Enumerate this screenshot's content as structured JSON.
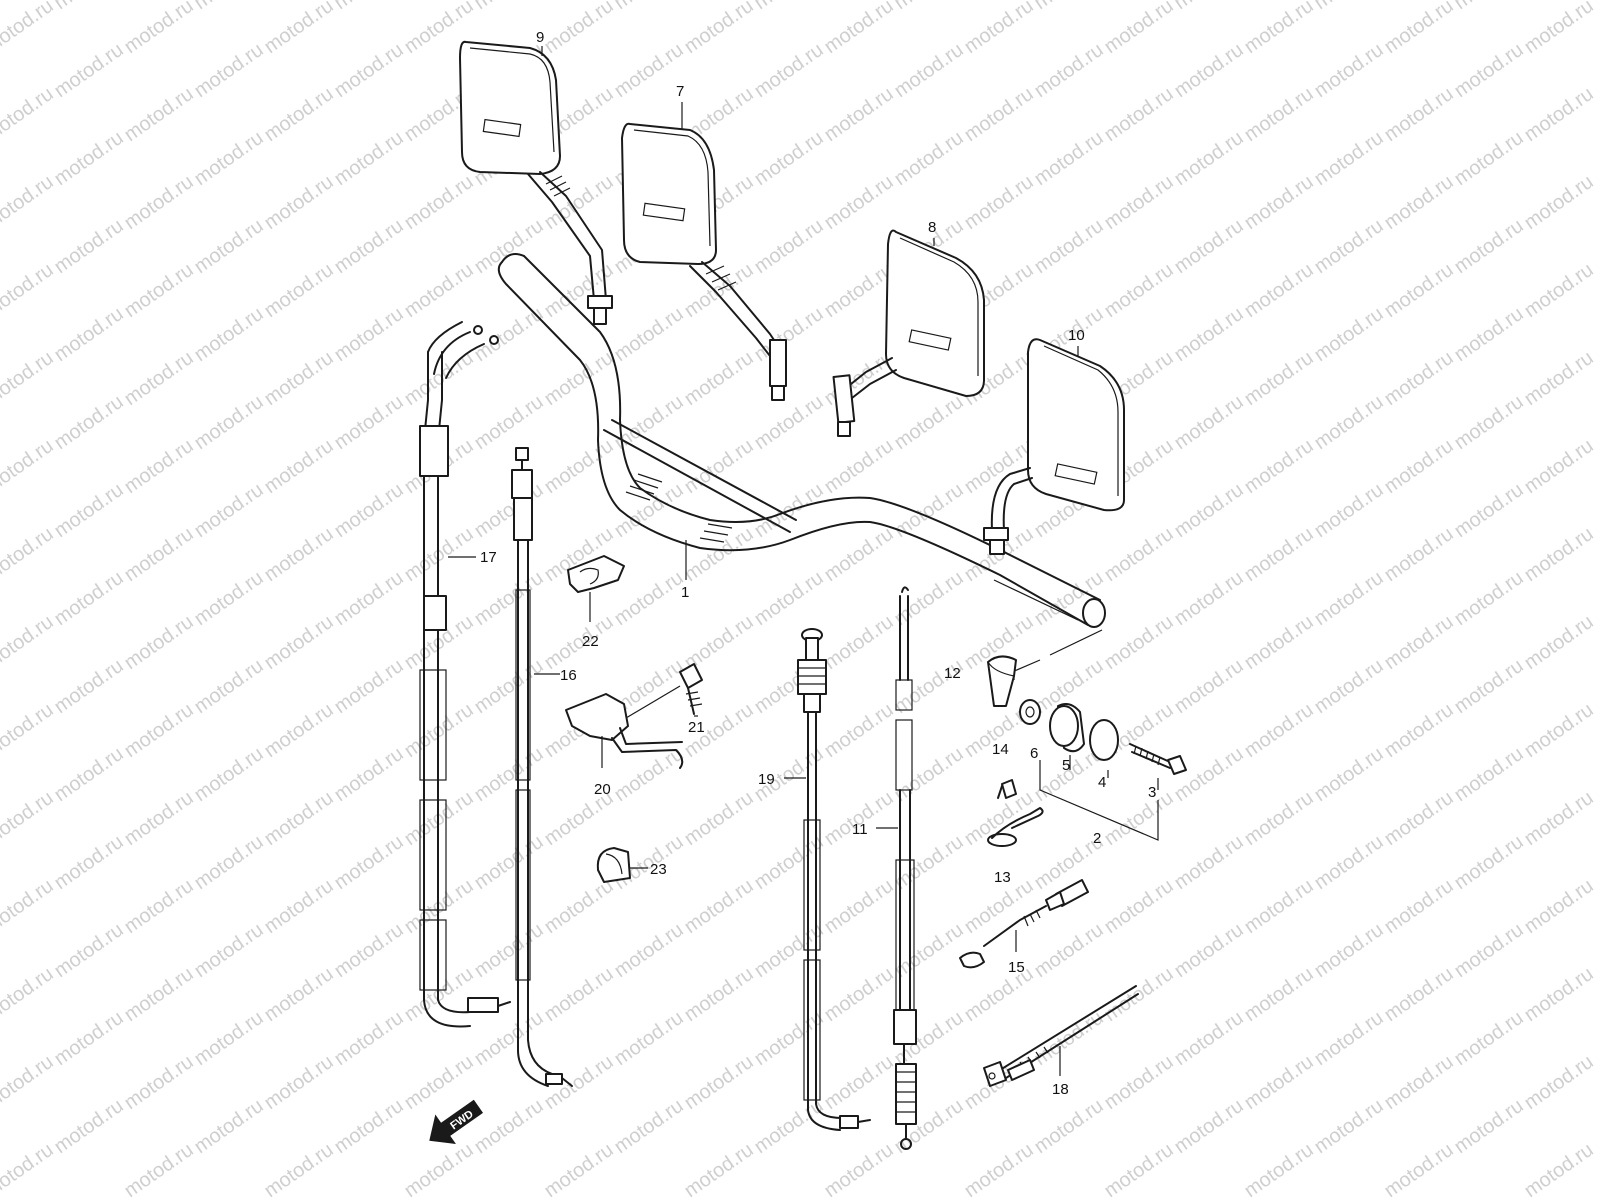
{
  "watermark": {
    "text": "motod.ru",
    "color": "#d4d4d4"
  },
  "fwd_arrow": {
    "label": "FWD"
  },
  "callouts": [
    "1",
    "2",
    "3",
    "4",
    "5",
    "6",
    "7",
    "8",
    "9",
    "10",
    "11",
    "12",
    "13",
    "14",
    "15",
    "16",
    "17",
    "18",
    "19",
    "20",
    "21",
    "22",
    "23"
  ]
}
